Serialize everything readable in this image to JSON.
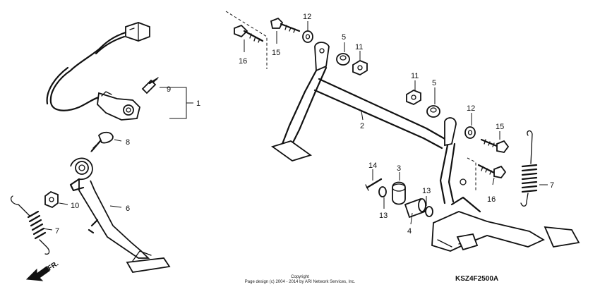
{
  "diagram": {
    "callouts": {
      "c1": "1",
      "c2": "2",
      "c3": "3",
      "c4": "4",
      "c5a": "5",
      "c5b": "5",
      "c6": "6",
      "c7a": "7",
      "c7b": "7",
      "c8": "8",
      "c9": "9",
      "c10": "10",
      "c11a": "11",
      "c11b": "11",
      "c12a": "12",
      "c12b": "12",
      "c13a": "13",
      "c13b": "13",
      "c14": "14",
      "c15a": "15",
      "c15b": "15",
      "c16a": "16",
      "c16b": "16"
    },
    "direction_label": "FR.",
    "diagram_code": "KSZ4F2500A",
    "copyright_line1": "Copyright",
    "copyright_line2": "Page design (c) 2004 - 2014 by ARI Network Services, Inc."
  }
}
